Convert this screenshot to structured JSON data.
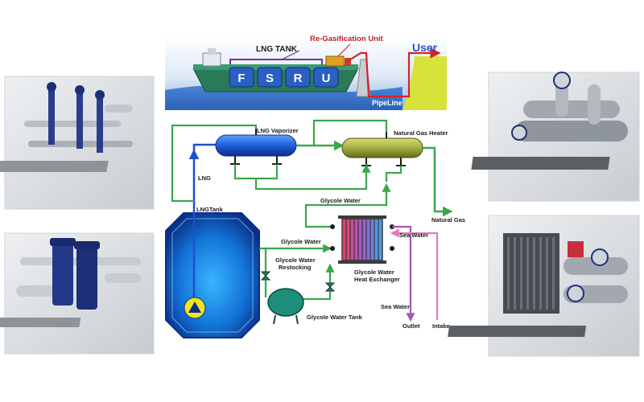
{
  "hero": {
    "lng_tank": "LNG TANK",
    "regas_unit": "Re-Gasification Unit",
    "user": "User",
    "fsru": [
      "F",
      "S",
      "R",
      "U"
    ],
    "pipeline": "PipeLine"
  },
  "labels": {
    "lng_vaporizer": "LNG Vaporizer",
    "natural_gas_heater": "Natural Gas Heater",
    "lng": "LNG",
    "lng_tank": "LNGTank",
    "glycole_water_1": "Glycole Water",
    "glycole_water_2": "Glycole Water",
    "natural_gas": "Natural Gas",
    "sea_water_top": "Sea Water",
    "glycole_water_restocking_1": "Glycole Water",
    "glycole_water_restocking_2": "Restocking",
    "glycole_water_hx_1": "Glycole Water",
    "glycole_water_hx_2": "Heat Exchanger",
    "sea_water_bottom": "Sea Water",
    "glycole_water_tank": "Glycole Water Tank",
    "outlet": "Outlet",
    "intake": "Intake"
  },
  "colors": {
    "lng_line": "#1f4fd1",
    "glycol_line": "#3aa64a",
    "gas_line": "#3aa64a",
    "sea_water_line": "#a05ab8",
    "sea_water_pink": "#e07ac8",
    "hero_bg": "#2c6fc0",
    "ship_hull": "#2a7a5a",
    "accent_red": "#d9212b"
  }
}
